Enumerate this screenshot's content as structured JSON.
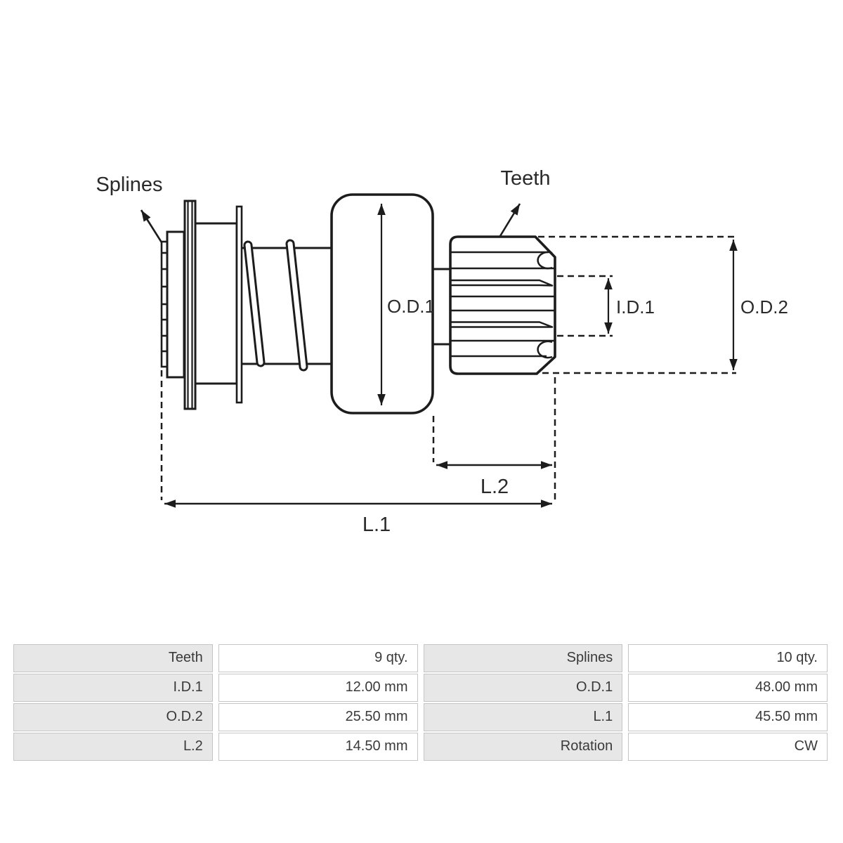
{
  "diagram": {
    "labels": {
      "splines": "Splines",
      "teeth": "Teeth",
      "od1": "O.D.1",
      "id1": "I.D.1",
      "od2": "O.D.2",
      "l2": "L.2",
      "l1": "L.1"
    },
    "stroke_color": "#1c1c1c",
    "text_color": "#2a2a2a"
  },
  "table": {
    "label_bg": "#e7e7e7",
    "value_bg": "#ffffff",
    "border_color": "#c5c5c5",
    "rows": [
      [
        "Teeth",
        "9 qty.",
        "Splines",
        "10 qty."
      ],
      [
        "I.D.1",
        "12.00 mm",
        "O.D.1",
        "48.00 mm"
      ],
      [
        "O.D.2",
        "25.50 mm",
        "L.1",
        "45.50 mm"
      ],
      [
        "L.2",
        "14.50 mm",
        "Rotation",
        "CW"
      ]
    ]
  }
}
